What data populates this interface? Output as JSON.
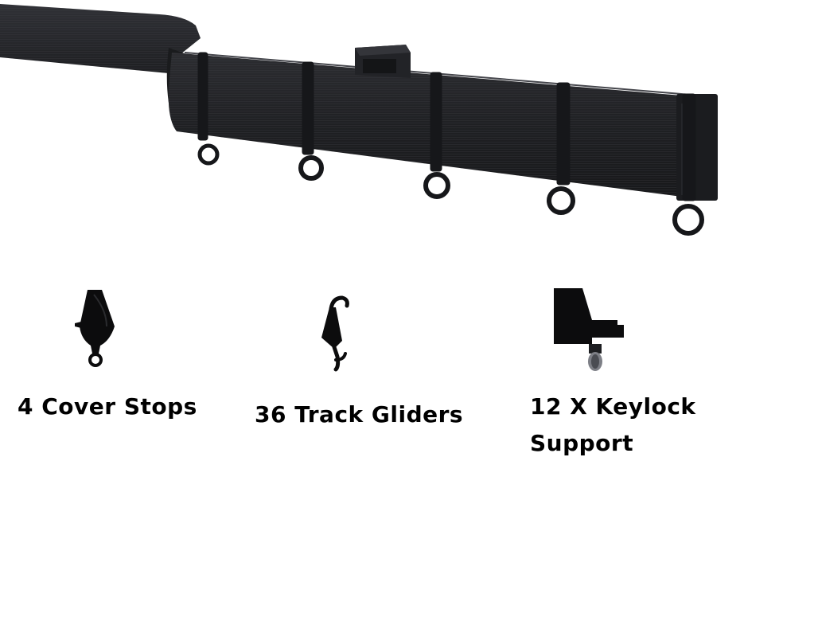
{
  "colors": {
    "track_dark": "#1c1d20",
    "track_mid": "#2b2c30",
    "track_edge": "#3a3b40",
    "text": "#000000"
  },
  "items": [
    {
      "icon": "cover-stop-icon",
      "caption_lines": [
        "4 Cover Stops"
      ]
    },
    {
      "icon": "track-glider-hook-icon",
      "caption_lines": [
        "36 Track Gliders"
      ]
    },
    {
      "icon": "keylock-support-bracket-icon",
      "caption_lines": [
        "12 X Keylock",
        "Support"
      ]
    }
  ]
}
